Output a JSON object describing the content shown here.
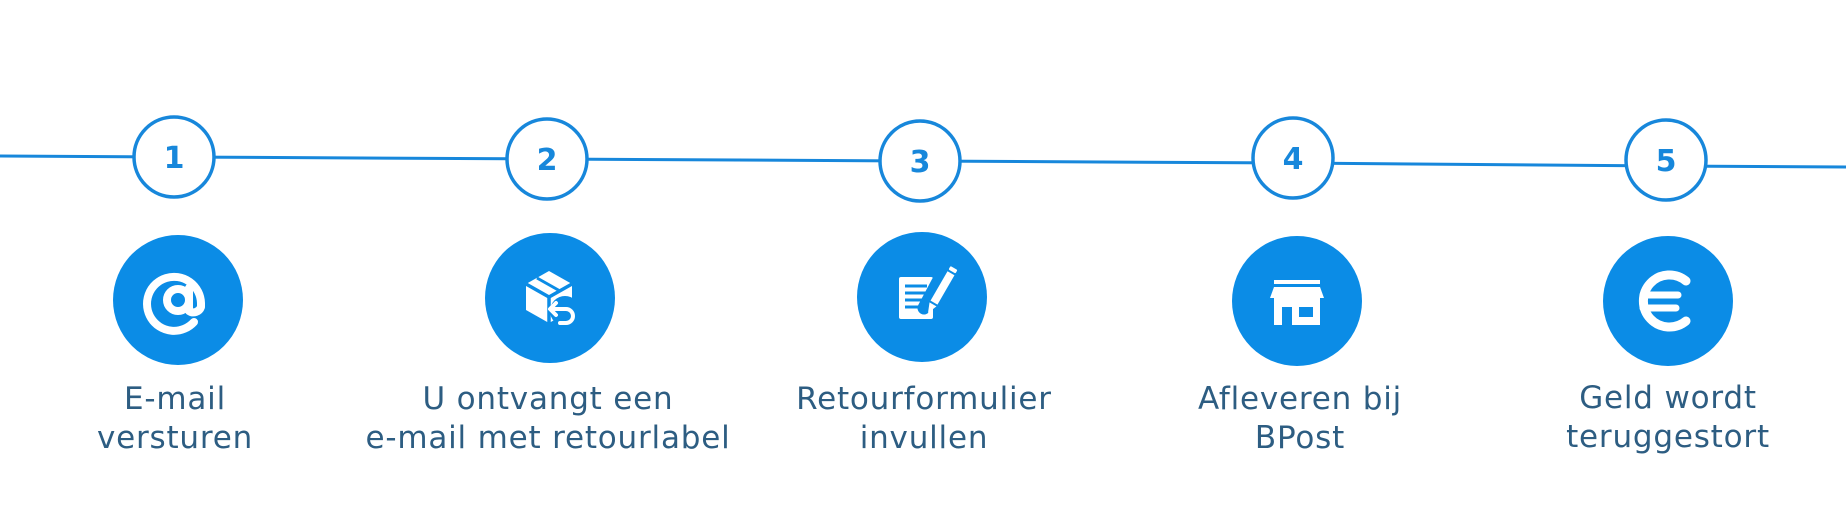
{
  "colors": {
    "line": "#1787db",
    "badge_fill": "#ffffff",
    "icon_circle": "#0b8ce6",
    "icon_glyph": "#ffffff",
    "label_text": "#2d5d82"
  },
  "steps": [
    {
      "number": "1",
      "icon": "at-sign-icon",
      "label_lines": [
        "E-mail",
        "versturen"
      ]
    },
    {
      "number": "2",
      "icon": "return-package-icon",
      "label_lines": [
        "U ontvangt een",
        "e-mail met retourlabel"
      ]
    },
    {
      "number": "3",
      "icon": "form-edit-icon",
      "label_lines": [
        "Retourformulier",
        "invullen"
      ]
    },
    {
      "number": "4",
      "icon": "store-icon",
      "label_lines": [
        "Afleveren bij",
        "BPost"
      ]
    },
    {
      "number": "5",
      "icon": "euro-icon",
      "label_lines": [
        "Geld wordt",
        "teruggestort"
      ]
    }
  ]
}
